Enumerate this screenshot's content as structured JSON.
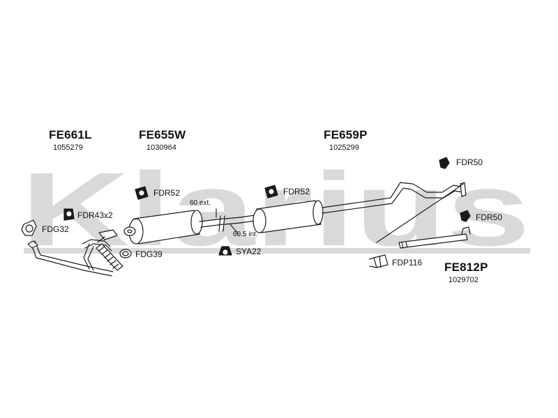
{
  "watermark": {
    "text": "Klarius",
    "color": "#d9d9d9"
  },
  "assemblies": [
    {
      "code": "FE661L",
      "ref": "1055279"
    },
    {
      "code": "FE655W",
      "ref": "1030964"
    },
    {
      "code": "FE659P",
      "ref": "1025299"
    },
    {
      "code": "FE812P",
      "ref": "1029702"
    }
  ],
  "parts": {
    "fdr52_a": "FDR52",
    "fdr52_b": "FDR52",
    "fdr43x2": "FDR43x2",
    "fdg32": "FDG32",
    "fdg39": "FDG39",
    "sya22": "SYA22",
    "fdr50_a": "FDR50",
    "fdr50_b": "FDR50",
    "fdp116": "FDP116"
  },
  "dimensions": {
    "ext": "60 ext.",
    "int": "60.5 int."
  },
  "colors": {
    "line": "#1a1a1a",
    "fill": "#ffffff",
    "watermark": "#d9d9d9"
  }
}
